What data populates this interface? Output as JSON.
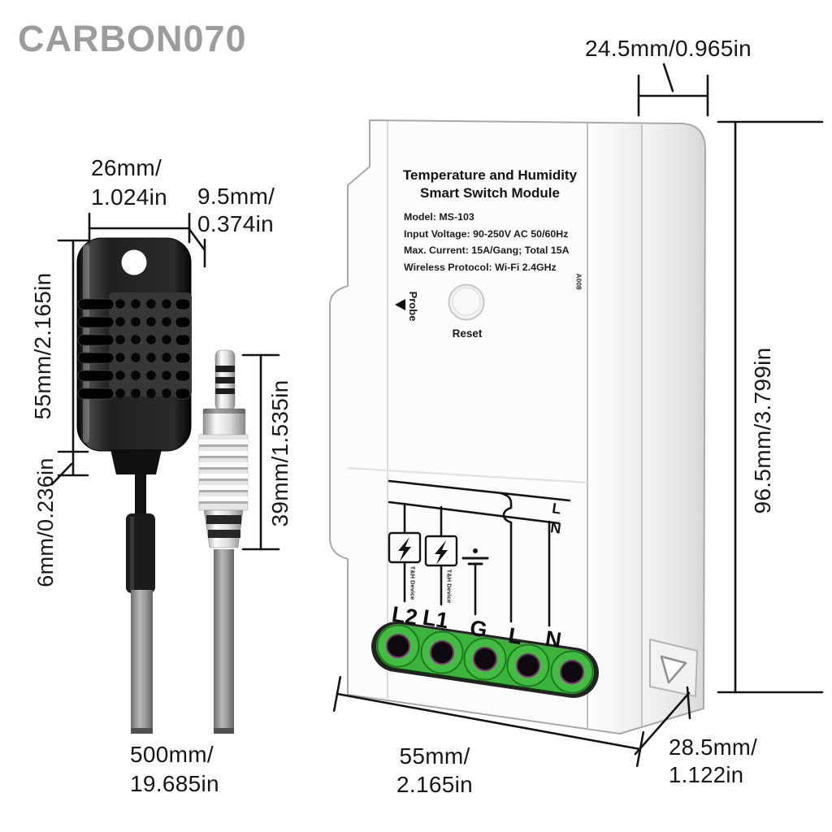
{
  "watermark": "Carbon070",
  "module": {
    "title_line1": "Temperature and Humidity",
    "title_line2": "Smart Switch Module",
    "specs": [
      "Model: MS-103",
      "Input Voltage: 90-250V AC 50/60Hz",
      "Max. Current: 15A/Gang; Total 15A",
      "Wireless Protocol: Wi-Fi 2.4GHz"
    ],
    "probe_port_label": "Probe",
    "reset_label": "Reset",
    "side_code": "A008",
    "wiring": {
      "line_live_label": "L",
      "line_neutral_label": "N",
      "load1_label": "T&H Device",
      "load2_label": "T&H Device",
      "terminal_labels": [
        "L2",
        "L1",
        "G",
        "L",
        "N"
      ]
    }
  },
  "dimensions": {
    "module_top_depth": "24.5mm/0.965in",
    "module_height": "96.5mm/3.799in",
    "module_width_line1": "55mm/",
    "module_width_line2": "2.165in",
    "module_bottom_depth_line1": "28.5mm/",
    "module_bottom_depth_line2": "1.122in",
    "probe_width_line1": "26mm/",
    "probe_width_line2": "1.024in",
    "probe_depth_line1": "9.5mm/",
    "probe_depth_line2": "0.374in",
    "probe_height": "55mm/2.165in",
    "probe_tail": "6mm/0.236in",
    "plug_length": "39mm/1.535in",
    "cable_length_line1": "500mm/",
    "cable_length_line2": "19.685in"
  },
  "colors": {
    "terminal_green": "#3cb43c",
    "probe_black": "#111111",
    "watermark_gray": "#9c9c9c",
    "line_black": "#141414"
  }
}
